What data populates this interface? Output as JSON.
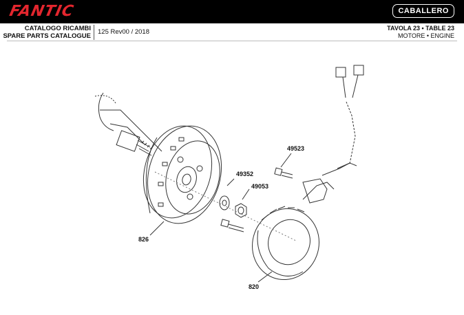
{
  "header": {
    "brand": "FANTIC",
    "model_logo": "CABALLERO",
    "catalog_it": "CATALOGO RICAMBI",
    "catalog_en": "SPARE PARTS CATALOGUE",
    "edition": "125 Rev00 / 2018",
    "table_line1": "TAVOLA 23 • TABLE 23",
    "table_line2": "MOTORE • ENGINE"
  },
  "colors": {
    "brand_red": "#e3262e",
    "bar": "#000000",
    "line": "#333333"
  },
  "callouts": [
    {
      "id": "826",
      "label": "826"
    },
    {
      "id": "49352",
      "label": "49352"
    },
    {
      "id": "49053",
      "label": "49053"
    },
    {
      "id": "49523",
      "label": "49523"
    },
    {
      "id": "820",
      "label": "820"
    }
  ]
}
